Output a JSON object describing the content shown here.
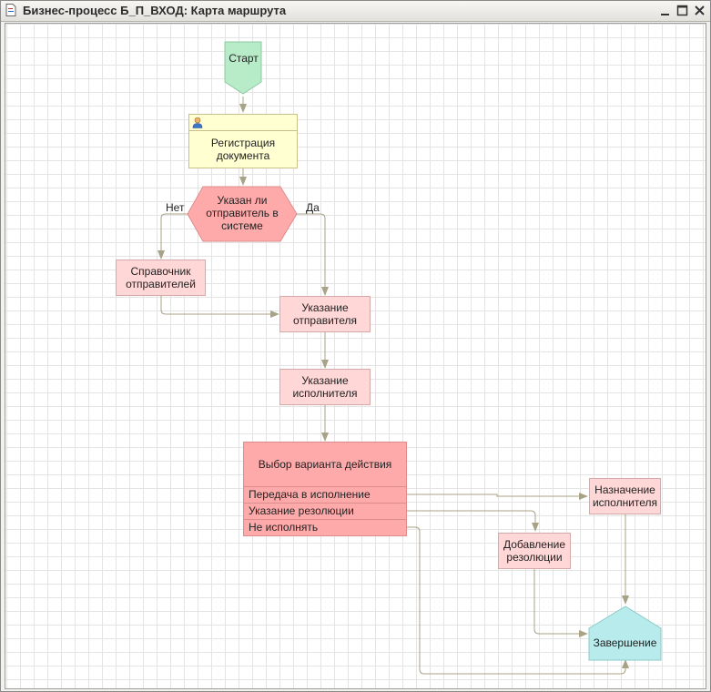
{
  "window": {
    "title": "Бизнес-процесс Б_П_ВХОД: Карта маршрута"
  },
  "nodes": {
    "start": "Старт",
    "registration": "Регистрация\nдокумента",
    "condition": "Указан ли\nотправитель в\nсистеме",
    "sender_directory": "Справочник\nотправителей",
    "specify_sender": "Указание\nотправителя",
    "specify_executor": "Указание\nисполнителя",
    "choice_title": "Выбор варианта действия",
    "choice_options": [
      "Передача в исполнение",
      "Указание резолюции",
      "Не исполнять"
    ],
    "assign_executor": "Назначение\nисполнителя",
    "add_resolution": "Добавление\nрезолюции",
    "finish": "Завершение"
  },
  "branch_labels": {
    "no": "Нет",
    "yes": "Да"
  },
  "colors": {
    "start": "#b8ecc8",
    "finish": "#b8ecec",
    "activity": "#ffd7d7",
    "condition": "#ffaaaa",
    "registration": "#ffffd2",
    "connector": "#a8a286"
  },
  "icons": {
    "user": "user-icon"
  }
}
